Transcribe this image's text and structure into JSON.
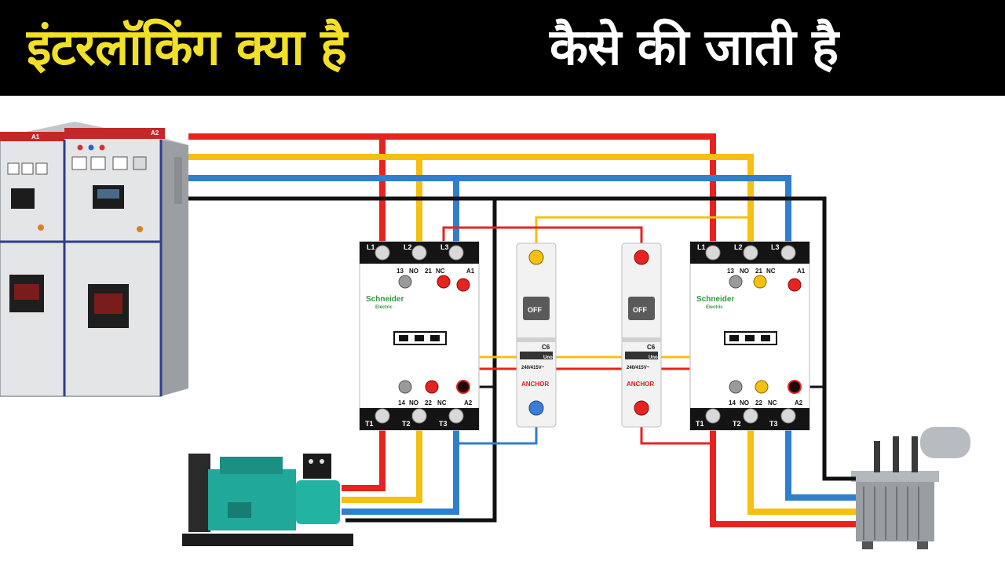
{
  "title": {
    "part1": "इंटरलॉकिंग क्या है",
    "part2": "कैसे की जाती है"
  },
  "colors": {
    "banner_bg": "#000000",
    "title_yellow": "#f2e028",
    "title_white": "#ffffff",
    "wire_red": "#e8231f",
    "wire_yellow": "#f5c00f",
    "wire_blue": "#2f7fcf",
    "wire_black": "#111111",
    "control_green": "#3ec94a"
  },
  "contactor_left": {
    "l1": "L1",
    "l2": "L2",
    "l3": "L3",
    "t1": "T1",
    "t2": "T2",
    "t3": "T3",
    "c13": "13",
    "no": "NO",
    "c21": "21",
    "nc": "NC",
    "a1": "A1",
    "c14": "14",
    "no2": "NO",
    "c22": "22",
    "nc2": "NC",
    "a2": "A2",
    "brand": "Schneider",
    "brand_sub": "Electric"
  },
  "contactor_right": {
    "l1": "L1",
    "l2": "L2",
    "l3": "L3",
    "t1": "T1",
    "t2": "T2",
    "t3": "T3",
    "c13": "13",
    "no": "NO",
    "c21": "21",
    "nc": "NC",
    "a1": "A1",
    "c14": "14",
    "no2": "NO",
    "c22": "22",
    "nc2": "NC",
    "a2": "A2",
    "brand": "Schneider",
    "brand_sub": "Electric"
  },
  "mcb_left": {
    "state": "OFF",
    "rating": "C6",
    "model": "Uno",
    "spec": "240/415V~",
    "brand": "ANCHOR"
  },
  "mcb_right": {
    "state": "OFF",
    "rating": "C6",
    "model": "Uno",
    "spec": "240/415V~",
    "brand": "ANCHOR"
  },
  "panel": {
    "a1": "A1",
    "a2": "A2"
  }
}
